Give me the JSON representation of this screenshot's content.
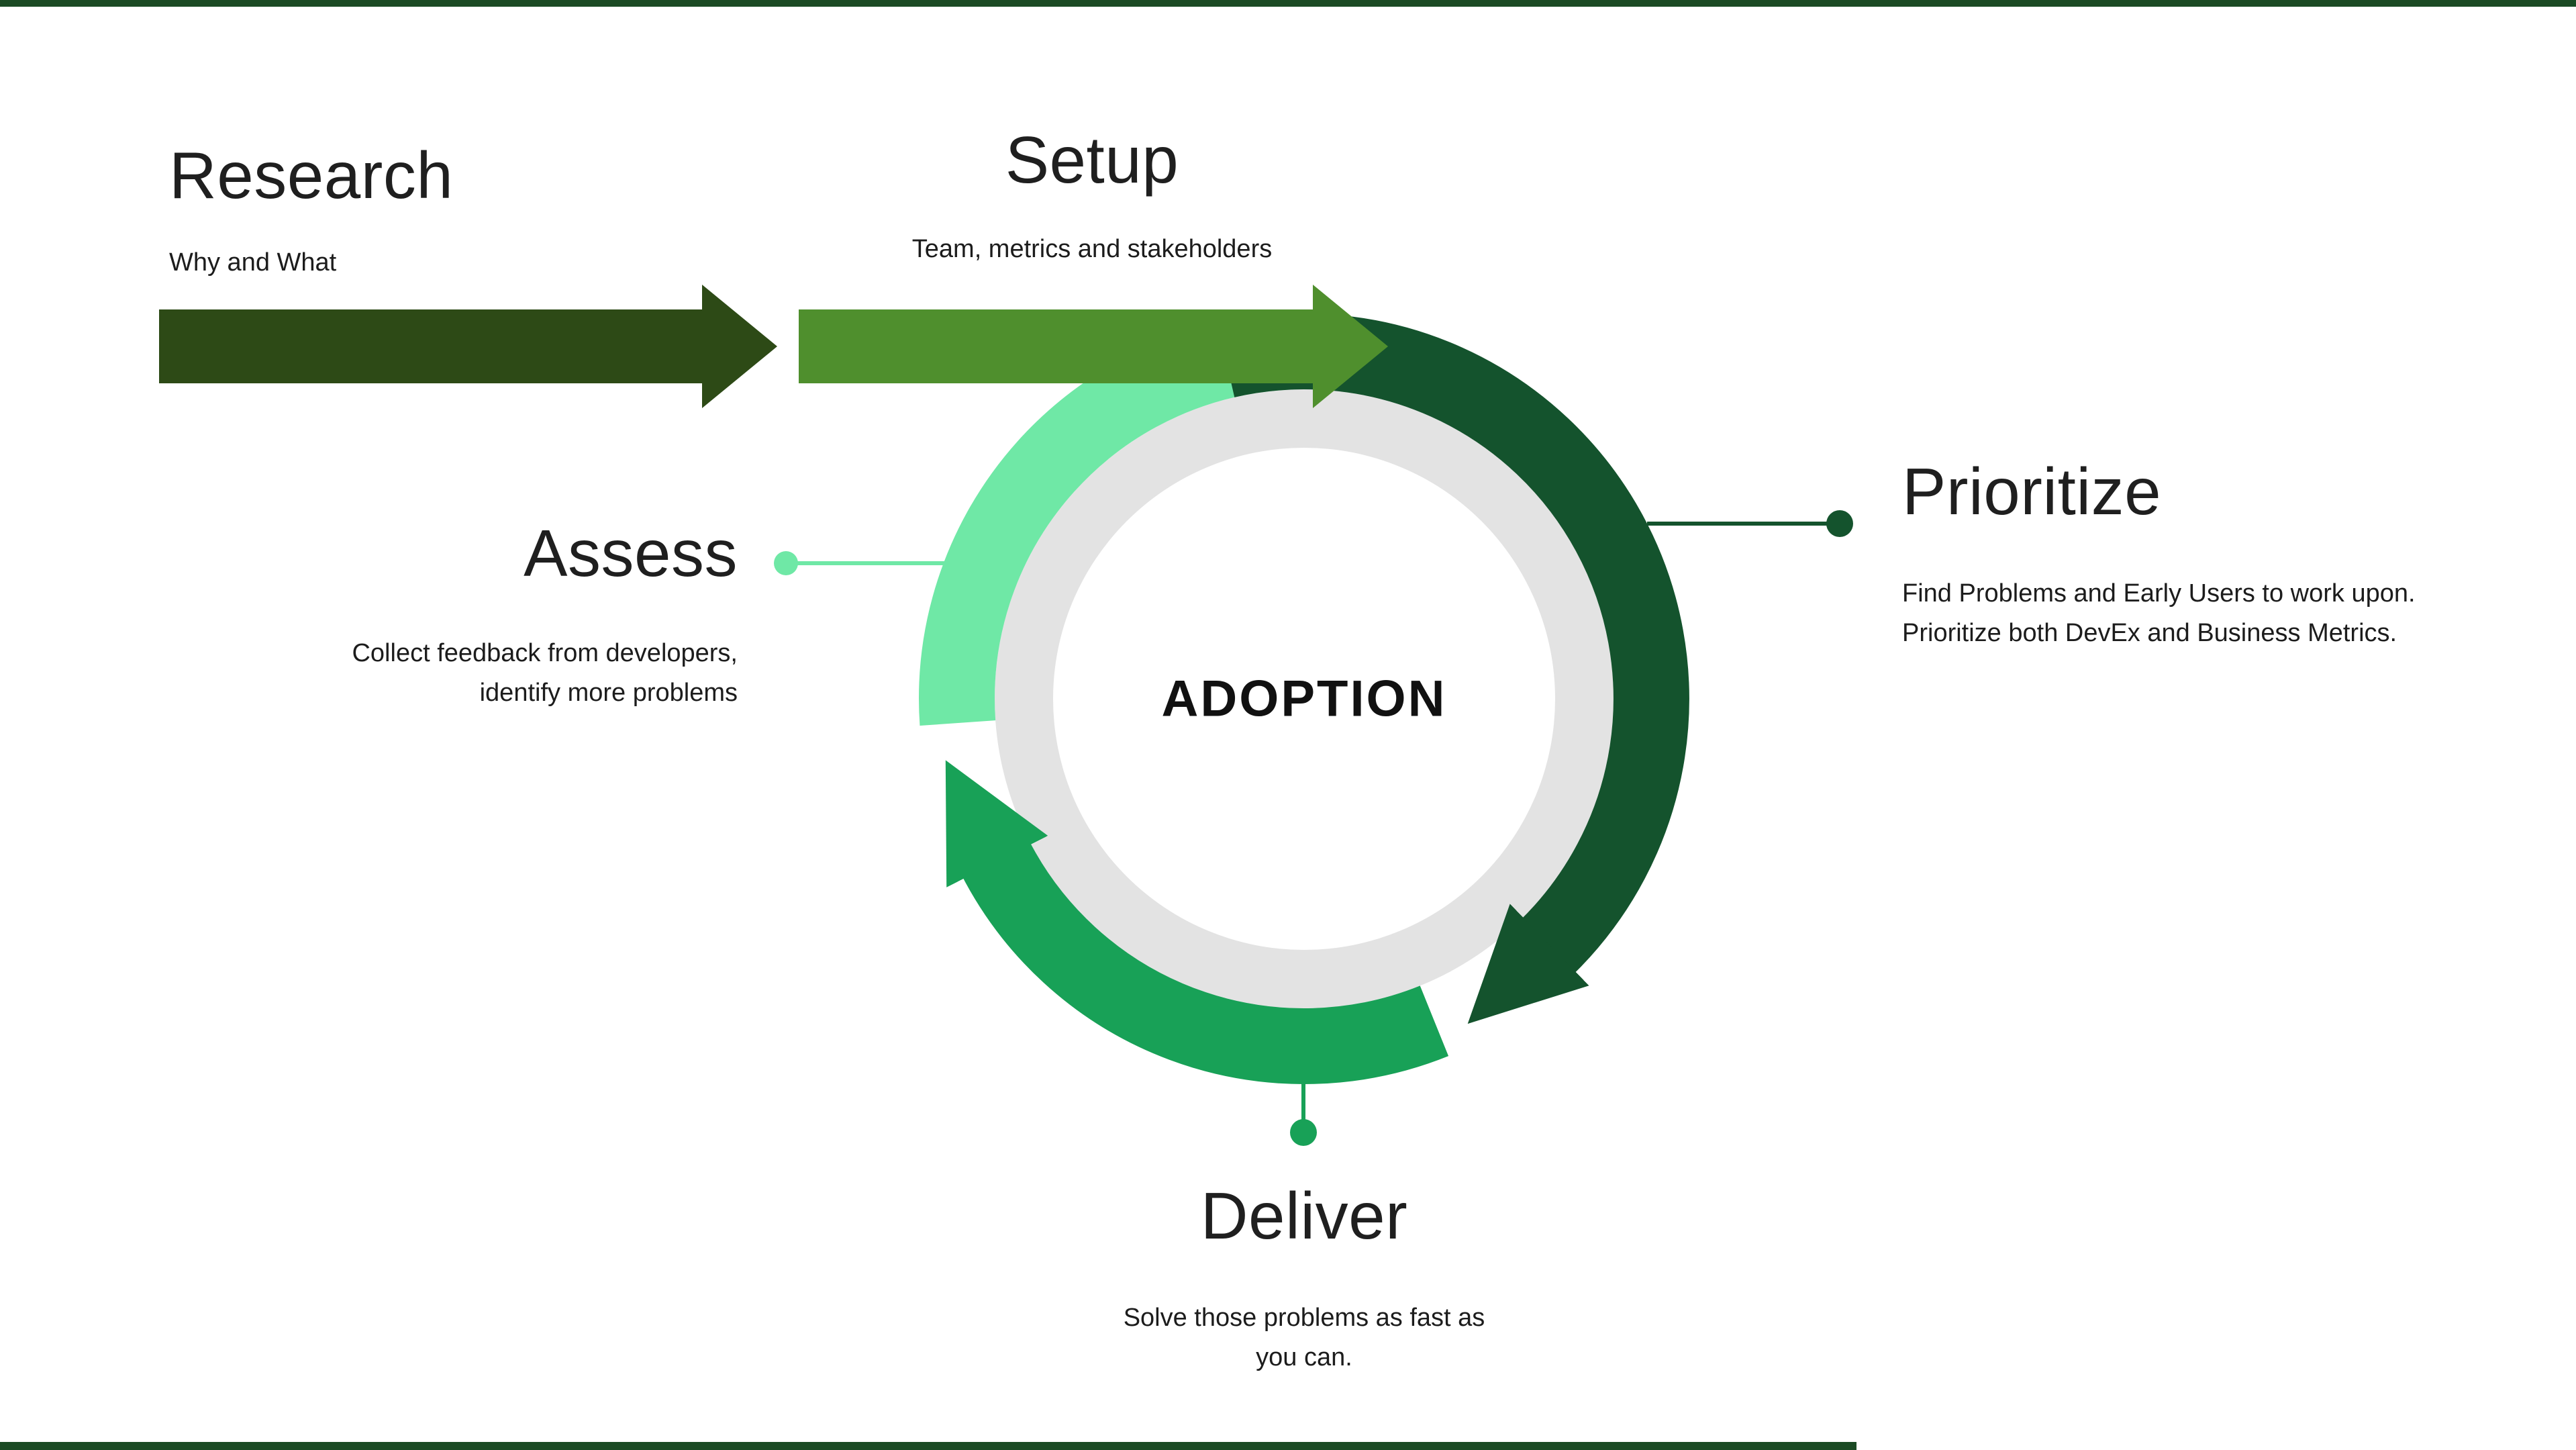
{
  "page": {
    "background": "#ffffff",
    "top_bar_color": "#1b4a24",
    "bottom_bar_color": "#1b4a24"
  },
  "cycle": {
    "center_label": "ADOPTION",
    "arc_dark_color": "#14532d",
    "arc_medium_color": "#18a157",
    "arc_light_color": "#6fe8a6",
    "gray_ring_color": "#e3e3e3",
    "inner_circle_color": "#ffffff"
  },
  "steps": {
    "research": {
      "title": "Research",
      "subtitle": "Why and What",
      "arrow_color": "#2d4a16"
    },
    "setup": {
      "title": "Setup",
      "subtitle": "Team, metrics and stakeholders",
      "arrow_color": "#4f8f2d"
    },
    "prioritize": {
      "title": "Prioritize",
      "description": "Find Problems and Early Users to work upon. Prioritize both DevEx and Business Metrics.",
      "connector_color": "#14532d"
    },
    "deliver": {
      "title": "Deliver",
      "description": "Solve those problems as fast as you can.",
      "connector_color": "#18a157"
    },
    "assess": {
      "title": "Assess",
      "description": "Collect feedback from developers, identify more problems",
      "connector_color": "#6fe8a6"
    }
  }
}
